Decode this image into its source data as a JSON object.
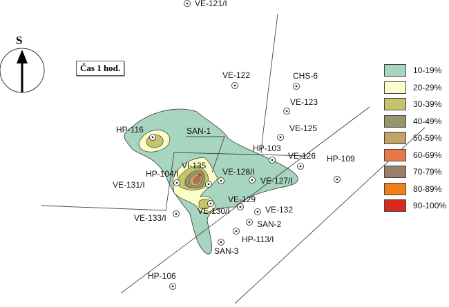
{
  "title": "Čas 1 hod.",
  "compass": "S",
  "legend": [
    {
      "label": "10-19%",
      "color": "#a8d5bf"
    },
    {
      "label": "20-29%",
      "color": "#fdfdc9"
    },
    {
      "label": "30-39%",
      "color": "#c5c36b"
    },
    {
      "label": "40-49%",
      "color": "#98946b"
    },
    {
      "label": "50-59%",
      "color": "#c4a166"
    },
    {
      "label": "60-69%",
      "color": "#e8784a"
    },
    {
      "label": "70-79%",
      "color": "#977f68"
    },
    {
      "label": "80-89%",
      "color": "#ef7f18"
    },
    {
      "label": "90-100%",
      "color": "#d82a1c"
    }
  ],
  "wells": [
    "VE-121/I",
    "VE-122",
    "CHS-6",
    "VE-123",
    "VE-125",
    "HP-103",
    "VE-126",
    "HP-109",
    "VE-127/I",
    "VE-128/I",
    "VI-135",
    "HP-104/I",
    "VE-131/I",
    "VE-129",
    "VE-132",
    "SAN-2",
    "HP-113/I",
    "SAN-3",
    "VE-130/I",
    "VE-133/I",
    "HP-106",
    "HP-116",
    "SAN-1"
  ]
}
